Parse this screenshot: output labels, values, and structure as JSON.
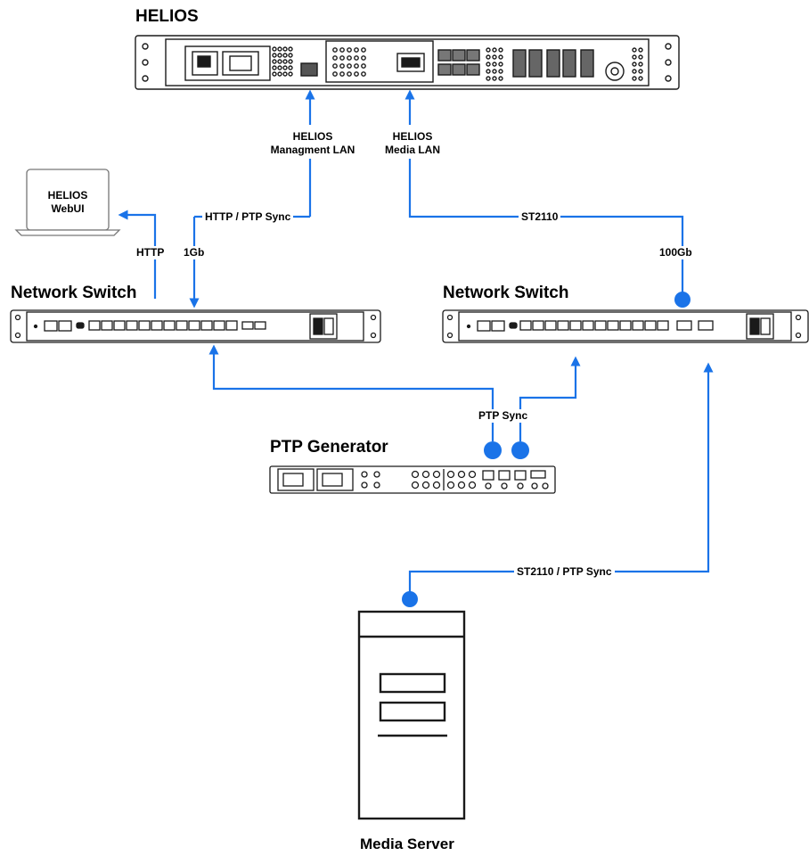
{
  "devices": {
    "helios": "HELIOS",
    "switch_left": "Network Switch",
    "switch_right": "Network Switch",
    "ptp_generator": "PTP Generator",
    "media_server": "Media Server",
    "webui": "HELIOS\nWebUI"
  },
  "labels": {
    "mgmt_lan": "HELIOS\nManagment LAN",
    "media_lan": "HELIOS\nMedia LAN",
    "http_ptp": "HTTP / PTP Sync",
    "st2110": "ST2110",
    "http": "HTTP",
    "onegb": "1Gb",
    "hundredgb": "100Gb",
    "ptp_sync": "PTP Sync",
    "st2110_ptp": "ST2110 / PTP Sync"
  },
  "colors": {
    "link": "#1a73e8",
    "device_stroke": "#1a1a1a"
  }
}
